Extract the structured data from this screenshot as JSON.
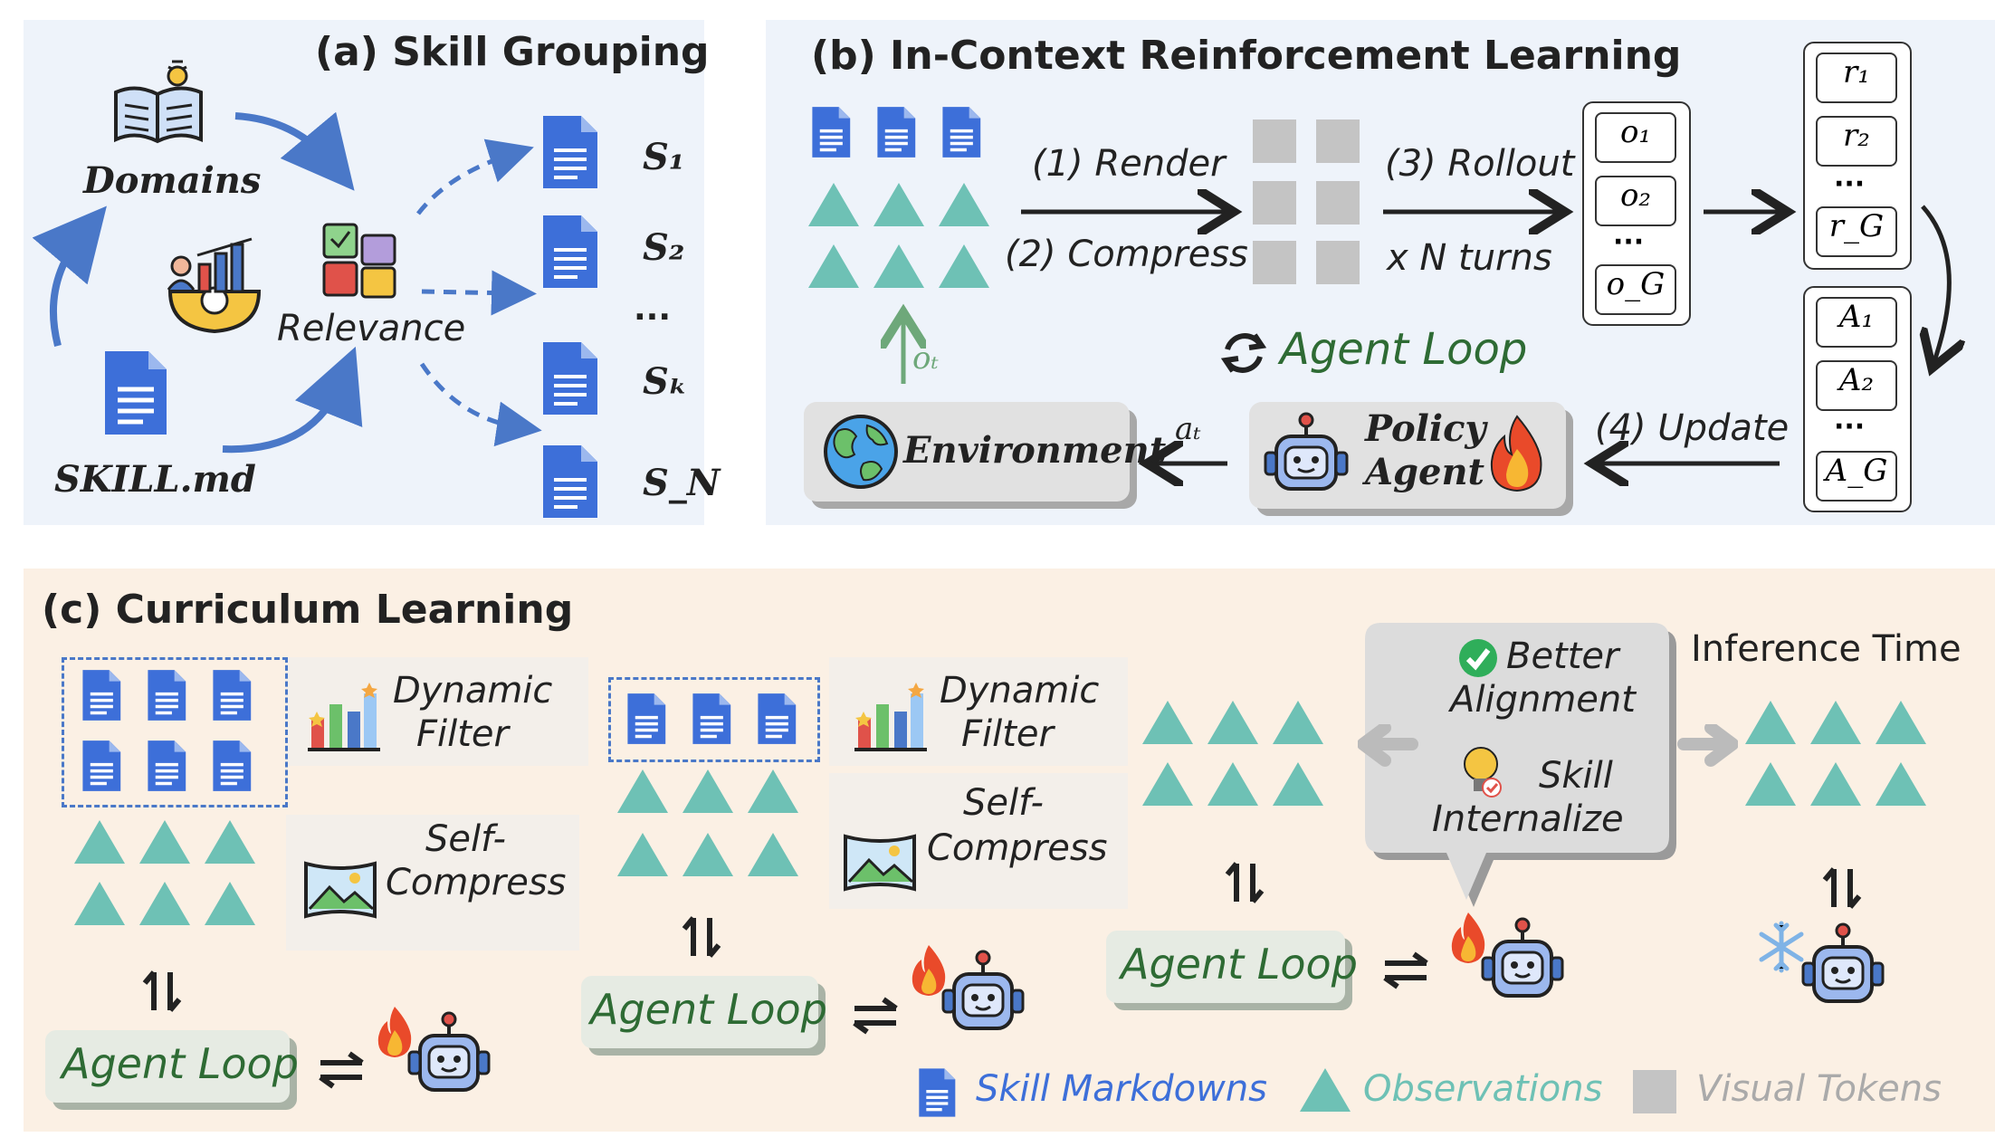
{
  "panel_a": {
    "title": "(a) Skill Grouping",
    "domains": "Domains",
    "relevance": "Relevance",
    "skill_md": "SKILL.md",
    "s1": "S₁",
    "s2": "S₂",
    "dots": "···",
    "sk": "Sₖ",
    "sn": "S_N"
  },
  "panel_b": {
    "title": "(b) In-Context Reinforcement Learning",
    "render": "(1) Render",
    "compress": "(2) Compress",
    "rollout": "(3) Rollout",
    "turns": "x N turns",
    "o1": "o₁",
    "o2": "o₂",
    "og": "o_G",
    "r1": "r₁",
    "r2": "r₂",
    "rg": "r_G",
    "a1": "A₁",
    "a2": "A₂",
    "ag": "A_G",
    "dots": "···",
    "agent_loop": "Agent Loop",
    "ot": "oₜ",
    "at": "aₜ",
    "environment": "Environment",
    "policy": "Policy",
    "agent": "Agent",
    "update": "(4) Update"
  },
  "panel_c": {
    "title": "(c) Curriculum Learning",
    "dynamic": "Dynamic",
    "filter": "Filter",
    "self": "Self-",
    "compress": "Compress",
    "agent_loop": "Agent Loop",
    "better": "Better",
    "alignment": "Alignment",
    "skill": "Skill",
    "internalize": "Internalize",
    "inference_time": "Inference Time",
    "legend_skill": "Skill Markdowns",
    "legend_obs": "Observations",
    "legend_vt": "Visual Tokens"
  },
  "colors": {
    "doc_blue": "#3d6fd9",
    "triangle": "#6ec1b5",
    "visual_token": "#c4c4c4",
    "arrow_blue": "#4a78c8",
    "green_text": "#2e6b34"
  }
}
